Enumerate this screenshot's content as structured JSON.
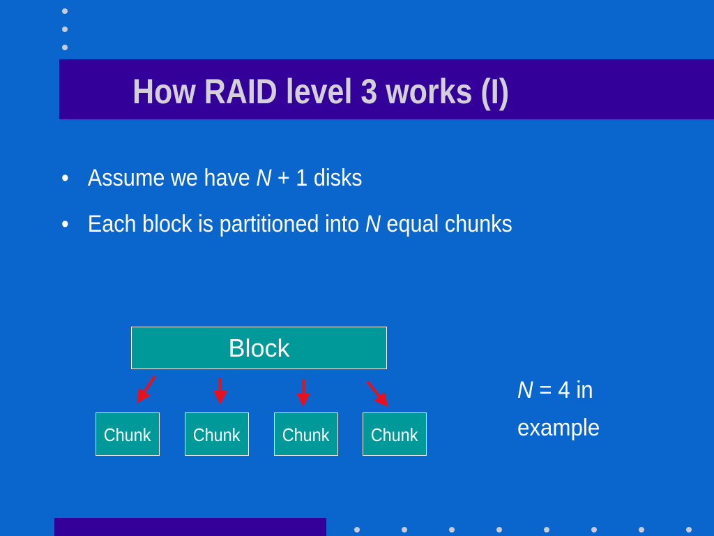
{
  "slide": {
    "title": "How RAID level 3 works (I)",
    "bullets": [
      {
        "marker": "•",
        "pre": "Assume we  have ",
        "italic": "N",
        "post": " + 1 disks"
      },
      {
        "marker": "•",
        "pre": "Each block is partitioned into ",
        "italic": "N",
        "post": " equal chunks"
      }
    ],
    "diagram": {
      "block_label": "Block",
      "chunks": [
        "Chunk",
        "Chunk",
        "Chunk",
        "Chunk"
      ]
    },
    "note": {
      "italic": "N",
      "line1_rest": " = 4 in",
      "line2": "example"
    }
  },
  "colors": {
    "background": "#0a66cc",
    "title_bar": "#330099",
    "title_text": "#d4d0d8",
    "box_fill": "#00999a",
    "arrow": "#e8101c",
    "decor_dots": "#c8ccd8"
  }
}
